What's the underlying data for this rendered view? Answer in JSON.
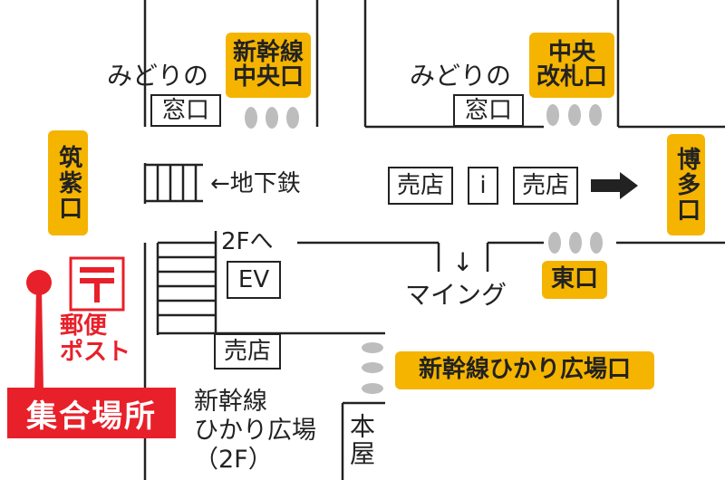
{
  "labels": {
    "midori_left": "みどりの",
    "madoguchi_left": "窓口",
    "shinkansen_chuo": "新幹線\n中央口",
    "midori_right": "みどりの",
    "madoguchi_right": "窓口",
    "chuo_kaisatsu": "中央\n改札口",
    "chikushi": "筑紫口",
    "chikatetsu": "←地下鉄",
    "baiten1": "売店",
    "info": "i",
    "baiten2": "売店",
    "hakata": "博多口",
    "to_2f": "2Fへ",
    "ev": "EV",
    "down_arrow": "↓",
    "maingu": "マイング",
    "higashi": "東口",
    "yubin_post": "郵便\nポスト",
    "baiten3": "売店",
    "shinkansen_hikari_exit": "新幹線ひかり広場口",
    "shuugou": "集合場所",
    "hikari_hiroba": "新幹線\nひかり広場\n（2F）",
    "honya": "本屋"
  },
  "colors": {
    "exit_badge": "#f5b400",
    "meeting_point": "#e8202a",
    "line": "#222222",
    "gate_dot": "#bdbdbd"
  }
}
